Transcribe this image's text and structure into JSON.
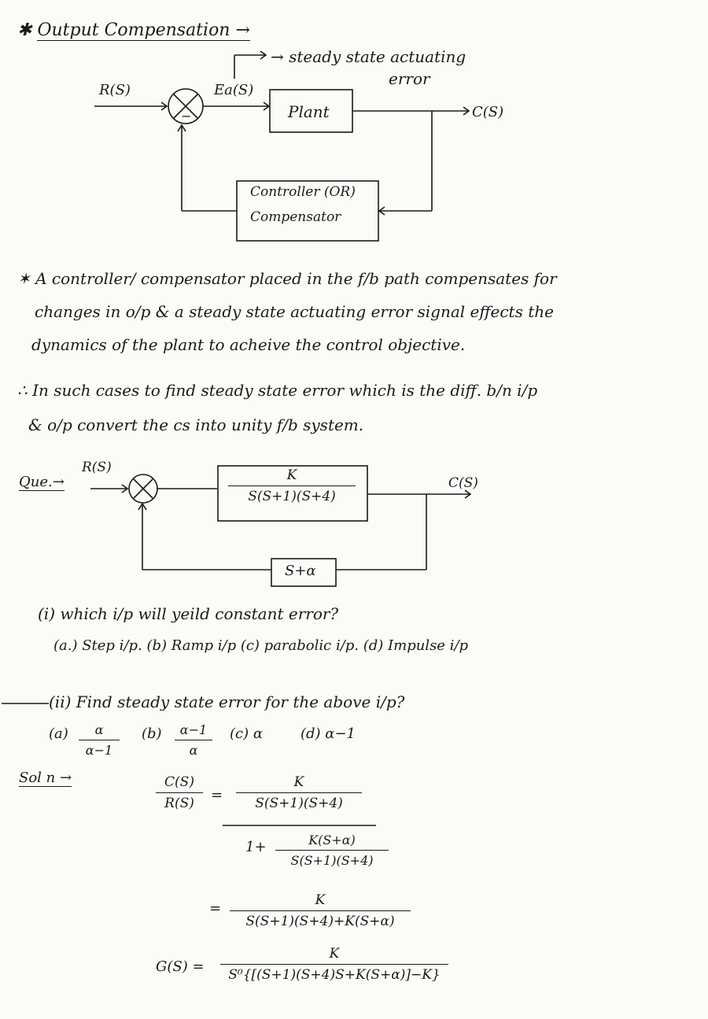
{
  "heading": {
    "star": "✱",
    "title": "Output Compensation →"
  },
  "diagram1": {
    "annotation": "→ steady state actuating error",
    "annotation_line1": "→ steady state actuating",
    "annotation_line2": "error",
    "input": "R(S)",
    "error_signal": "Ea(S)",
    "plant": "Plant",
    "output": "C(S)",
    "controller_line1": "Controller (OR)",
    "controller_line2": "Compensator",
    "minus": "−"
  },
  "paragraph1": {
    "line1": "✶ A controller/ compensator placed in the f/b path compensates for",
    "line2": "changes in o/p & a steady state actuating error signal effects the",
    "line3": "dynamics of the plant to acheive the control objective."
  },
  "paragraph2": {
    "line1": "∴ In such cases to find steady state error which is the diff. b/n i/p",
    "line2": "& o/p convert the cs into unity f/b system."
  },
  "question": {
    "label": "Que.→",
    "input": "R(S)",
    "output": "C(S)",
    "gain_num": "K",
    "gain_den": "S(S+1)(S+4)",
    "feedback": "S+α",
    "q1": "(i) which i/p will yeild constant error?",
    "q1_options": "(a.) Step i/p.   (b) Ramp i/p   (c) parabolic i/p.  (d) Impulse i/p",
    "q2": "(ii) Find steady state error for the above i/p?",
    "q2_a_label": "(a)",
    "q2_a_num": "α",
    "q2_a_den": "α−1",
    "q2_b_label": "(b)",
    "q2_b_num": "α−1",
    "q2_b_den": "α",
    "q2_c": "(c)  α",
    "q2_d": "(d) α−1"
  },
  "solution": {
    "label": "Sol n →",
    "lhs_num": "C(S)",
    "lhs_den": "R(S)",
    "eq": "=",
    "f1_inner_num": "K",
    "f1_inner_den": "S(S+1)(S+4)",
    "f1_den_prefix": "1+",
    "f1_den_num": "K(S+α)",
    "f1_den_den": "S(S+1)(S+4)",
    "f2_num": "K",
    "f2_den": "S(S+1)(S+4)+K(S+α)",
    "g_lhs": "G(S) =",
    "g_num": "K",
    "g_den": "S⁰{[(S+1)(S+4)S+K(S+α)]−K}"
  }
}
